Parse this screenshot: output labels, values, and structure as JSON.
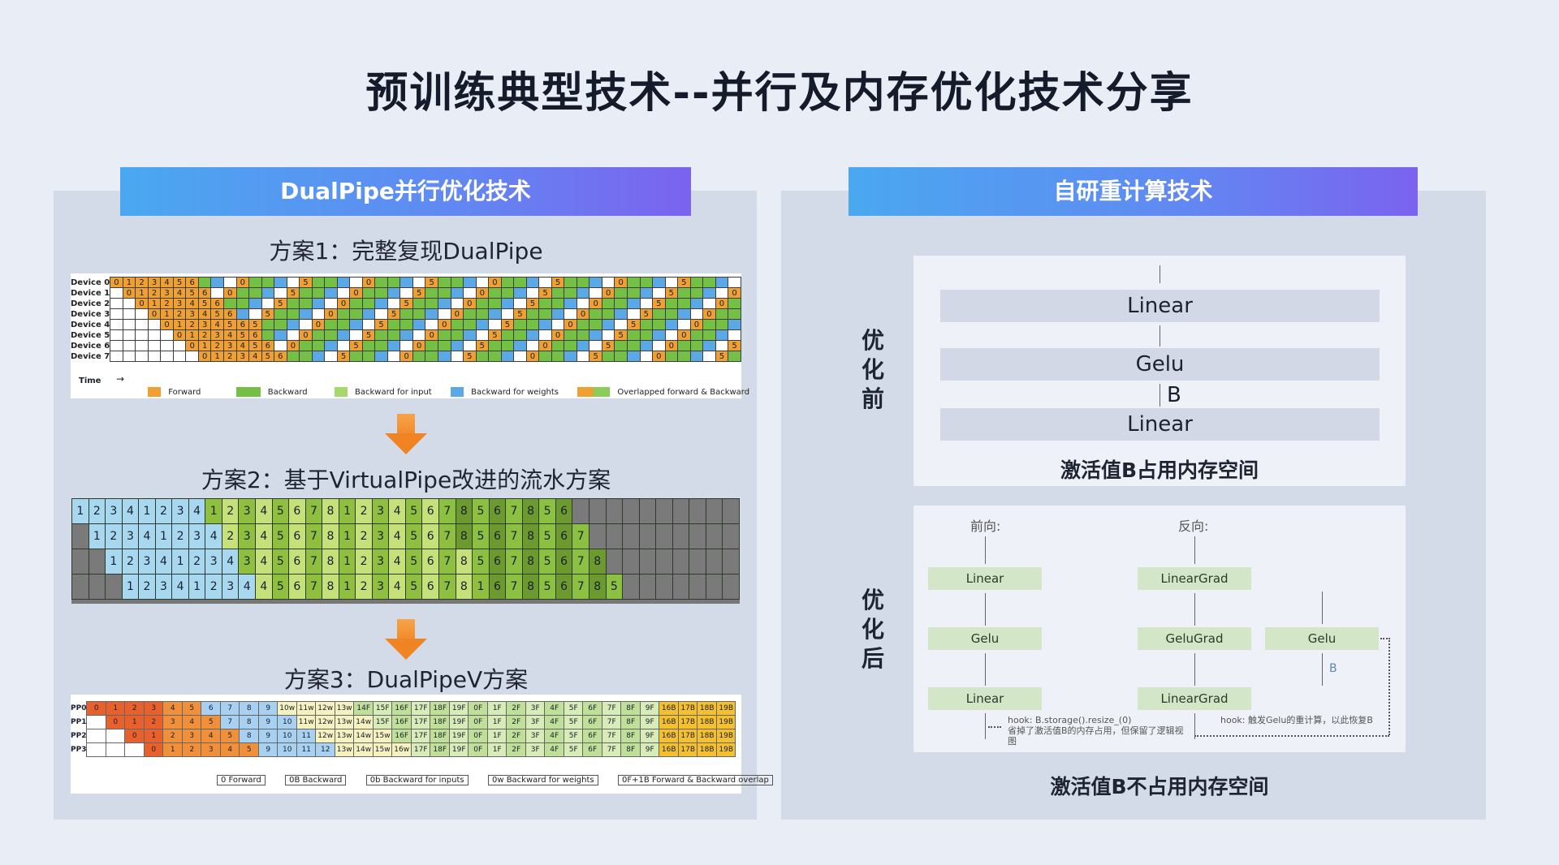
{
  "title": "预训练典型技术--并行及内存优化技术分享",
  "left": {
    "header": "DualPipe并行优化技术",
    "scheme1": "方案1：完整复现DualPipe",
    "scheme2": "方案2：基于VirtualPipe改进的流水方案",
    "scheme3": "方案3：DualPipeV方案",
    "fig1": {
      "devices": [
        "Device 0",
        "Device 1",
        "Device 2",
        "Device 3",
        "Device 4",
        "Device 5",
        "Device 6",
        "Device 7"
      ],
      "time_label": "Time",
      "legend": [
        "Forward",
        "Backward",
        "Backward for input",
        "Backward for weights",
        "Overlapped forward & Backward"
      ],
      "colors": {
        "forward": "#f0a030",
        "backward": "#74c044",
        "binput": "#a8d86a",
        "bweight": "#5aa8e6",
        "overlap": "#8ccc5a"
      }
    },
    "fig3": {
      "rows": [
        "PP0",
        "PP1",
        "PP2",
        "PP3"
      ],
      "legend": [
        "0 Forward",
        "0B Backward",
        "0b Backward for inputs",
        "0w Backward for weights",
        "0F+1B Forward & Backward overlap"
      ]
    }
  },
  "right": {
    "header": "自研重计算技术",
    "before_label": "优化前",
    "after_label": "优化后",
    "before": {
      "bars": [
        "Linear",
        "Gelu",
        "Linear"
      ],
      "b_label": "B",
      "caption": "激活值B占用内存空间"
    },
    "after": {
      "forward_title": "前向:",
      "backward_title": "反向:",
      "forward_boxes": [
        "Linear",
        "Gelu",
        "Linear"
      ],
      "backward_boxes": [
        "LinearGrad",
        "GeluGrad",
        "LinearGrad"
      ],
      "recompute_box": "Gelu",
      "b_label": "B",
      "hook1": "hook: B.storage().resize_(0)",
      "hook1_note": "省掉了激活值B的内存占用，但保留了逻辑视图",
      "hook2": "hook: 触发Gelu的重计算，以此恢复B",
      "caption": "激活值B不占用内存空间"
    }
  }
}
